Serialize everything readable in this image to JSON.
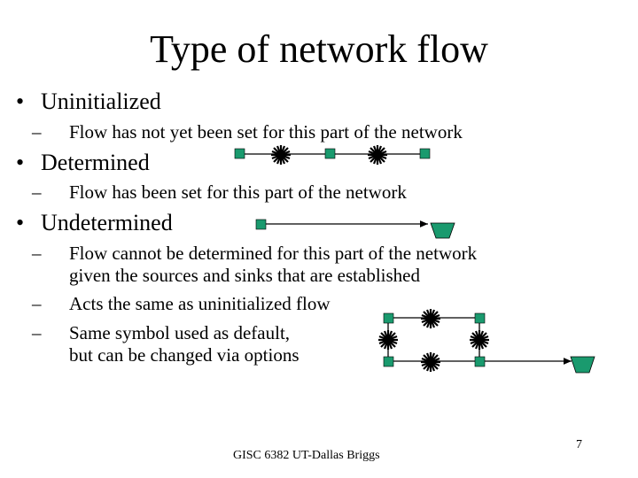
{
  "slide": {
    "title": "Type of network flow",
    "bullets": [
      {
        "text": "Uninitialized",
        "subs": [
          {
            "lines": [
              "Flow has not yet been set for this part of the network"
            ]
          }
        ]
      },
      {
        "text": "Determined",
        "subs": [
          {
            "lines": [
              "Flow has been set for this part of the network"
            ]
          }
        ]
      },
      {
        "text": "Undetermined",
        "subs": [
          {
            "lines": [
              "Flow cannot be determined for this part of the network",
              "given the sources and sinks that are established"
            ]
          },
          {
            "lines": [
              "Acts the same as uninitialized flow"
            ]
          },
          {
            "lines": [
              "Same symbol used as default,",
              "but can be changed via options"
            ]
          }
        ]
      }
    ],
    "bullet_glyph": "•",
    "dash_glyph": "–",
    "footer": "GISC 6382 UT-Dallas Briggs",
    "page_number": "7"
  },
  "colors": {
    "node_fill": "#1a9a6e",
    "sink_fill": "#1a9a6e",
    "line": "#000000"
  },
  "icons": {
    "junction": "square-node-icon",
    "uninitialized_flow": "asterisk-star-icon",
    "determined_flow": "arrow-icon",
    "sink": "trapezoid-sink-icon"
  }
}
